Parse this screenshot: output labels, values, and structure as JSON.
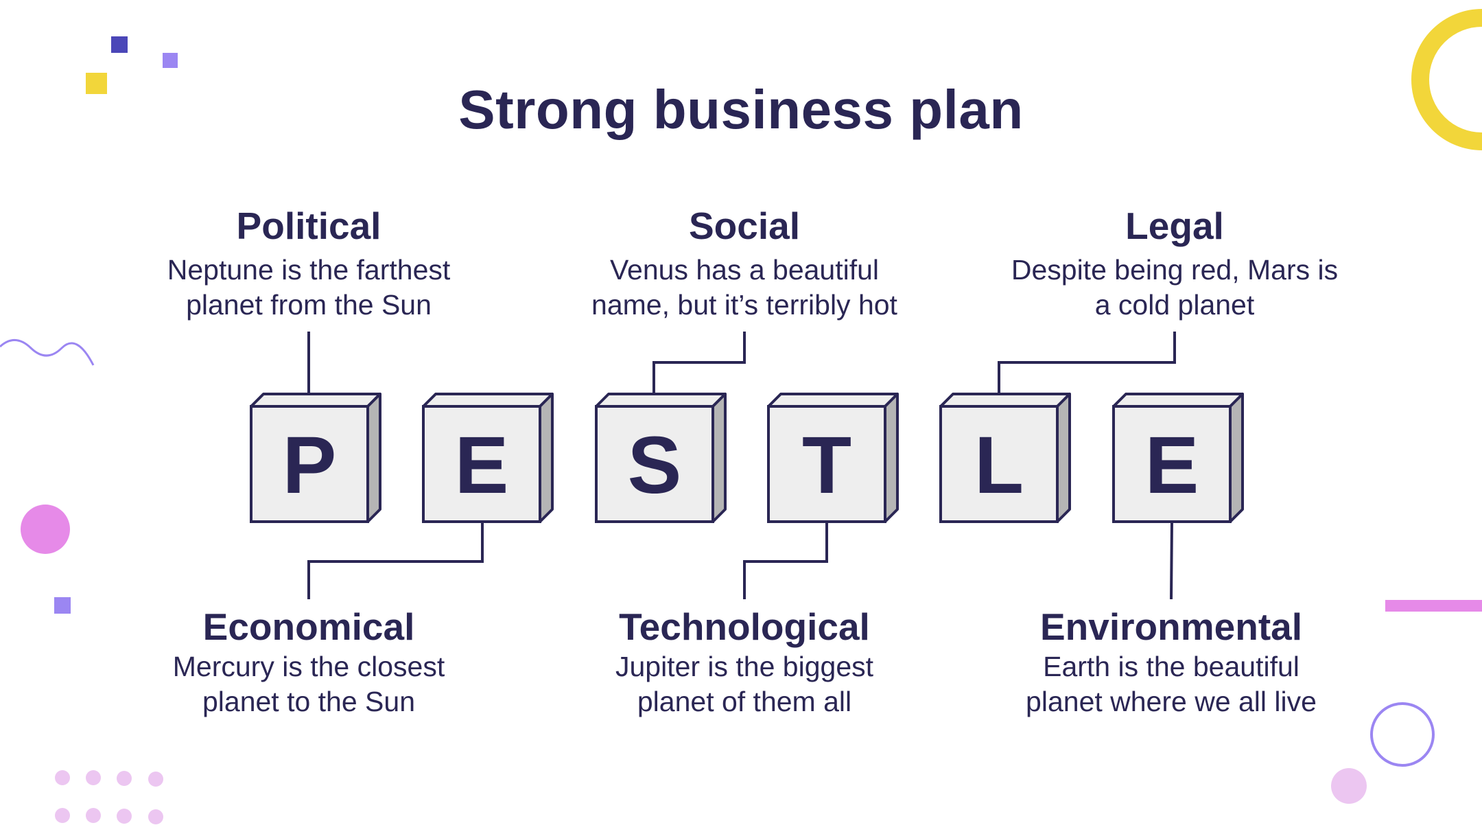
{
  "title": "Strong business plan",
  "colors": {
    "ink": "#2a2654",
    "box_face": "#eeeeee",
    "box_side": "#b5b5b5",
    "yellow": "#f2d63a",
    "violet": "#9b86f2",
    "indigo": "#4b47b8",
    "magenta": "#e68ae8",
    "light_pink": "#ecc6f1"
  },
  "letters": [
    "P",
    "E",
    "S",
    "T",
    "L",
    "E"
  ],
  "factors": {
    "political": {
      "heading": "Political",
      "line1": "Neptune is the farthest",
      "line2": "planet from the Sun"
    },
    "social": {
      "heading": "Social",
      "line1": "Venus has a beautiful",
      "line2": "name, but it’s terribly hot"
    },
    "legal": {
      "heading": "Legal",
      "line1": "Despite being red, Mars is",
      "line2": "a cold planet"
    },
    "economical": {
      "heading": "Economical",
      "line1": "Mercury is the closest",
      "line2": "planet to the Sun"
    },
    "technological": {
      "heading": "Technological",
      "line1": "Jupiter is the biggest",
      "line2": "planet of them all"
    },
    "environmental": {
      "heading": "Environmental",
      "line1": "Earth is the beautiful",
      "line2": "planet where we all live"
    }
  }
}
